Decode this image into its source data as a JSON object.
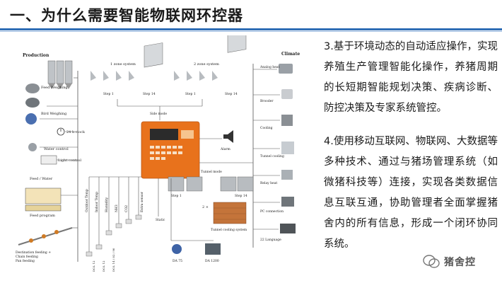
{
  "title": "一、为什么需要智能物联网环控器",
  "paragraphs": [
    "3.基于环境动态的自动适应操作，实现养殖生产管理智能化操作，养猪周期的长短期智能规划决策、疾病诊断、防控决策及专家系统管控。",
    "4.使用移动互联网、物联网、大数据等多种技术、通过与猪场管理系统（如微猪科技等）连接，实现各类数据信息互联互通，协助管理者全面掌握猪舍内的所有信息，形成一个闭环协同系统。"
  ],
  "watermark": "猪舍控",
  "diagram": {
    "left_header": "Production",
    "right_header": "Climate",
    "left_items": [
      "Feed Weighing",
      "Bird Weighing",
      "24 h clock",
      "Water control",
      "Light control",
      "Feed / Water",
      "Feed program",
      "Destination feeding +",
      "Chain feeding",
      "Pan feeding"
    ],
    "right_items": [
      "Analog heat",
      "Brooder",
      "Cooling",
      "Tunnel cooling",
      "Relay heat",
      "PC connection",
      "22 Language"
    ],
    "zone1": "1 zone system",
    "zone2": "2 zone system",
    "step1": "Step 1",
    "step14": "Step 14",
    "side_mode": "Side mode",
    "tunnel_mode": "Tunnel mode",
    "alarm": "Alarm",
    "tunnel_cooling_system": "Tunnel cooling system",
    "sensors": [
      "Outdoor Temp",
      "Indoor Temp",
      "Humidity",
      "NH3",
      "CO2",
      "Extra sensor"
    ],
    "dol_labels": [
      "DOL 12",
      "DOL 12",
      "DOL 14 / 82 / 90"
    ],
    "cooling_multiplier": "2 ×",
    "static": "Static",
    "da_left": "DA 75",
    "da_right": "DA 1200",
    "colors": {
      "title_rule": "#2f6db5",
      "controller": "#e8721c"
    }
  }
}
